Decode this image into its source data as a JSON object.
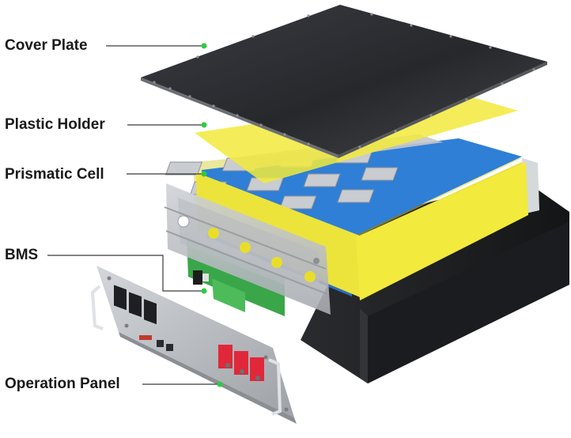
{
  "labels": {
    "cover_plate": "Cover Plate",
    "plastic_holder": "Plastic Holder",
    "prismatic_cell": "Prismatic Cell",
    "bms": "BMS",
    "operation_panel": "Operation Panel"
  },
  "colors": {
    "leader_line": "#3a3a3a",
    "marker_dot": "#2ecc40",
    "cover_plate": "#2b2d31",
    "holder_yellow": "#f2ea3c",
    "cell_blue": "#2f7fd6",
    "bms_green": "#3aa64a",
    "case_black": "#1e1f22",
    "panel_metal": "#b9bcc1",
    "terminal_red": "#e0283a"
  }
}
